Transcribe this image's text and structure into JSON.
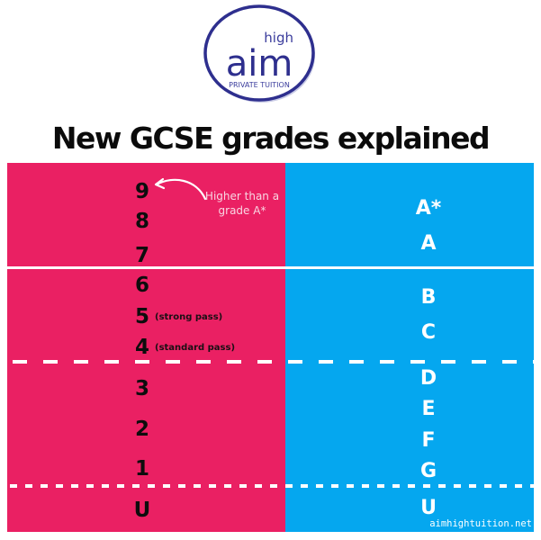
{
  "logo": {
    "word_top": "high",
    "word_main": "aim",
    "tagline": "PRIVATE TUITION",
    "ring_color": "#2e2f8e"
  },
  "title": "New GCSE grades explained",
  "colors": {
    "new_grades_bg": "#ea2063",
    "old_grades_bg": "#05a7ef",
    "divider": "#ffffff"
  },
  "new_grades": [
    {
      "grade": "9"
    },
    {
      "grade": "8"
    },
    {
      "grade": "7"
    },
    {
      "grade": "6"
    },
    {
      "grade": "5",
      "note": "(strong pass)"
    },
    {
      "grade": "4",
      "note": "(standard pass)"
    },
    {
      "grade": "3"
    },
    {
      "grade": "2"
    },
    {
      "grade": "1"
    },
    {
      "grade": "U"
    }
  ],
  "old_grades": [
    "A*",
    "A",
    "B",
    "C",
    "D",
    "E",
    "F",
    "G",
    "U"
  ],
  "annotation": {
    "line1": "Higher than a",
    "line2": "grade A*",
    "icon": "curved-arrow-left-icon"
  },
  "watermark": "aimhightuition.net"
}
